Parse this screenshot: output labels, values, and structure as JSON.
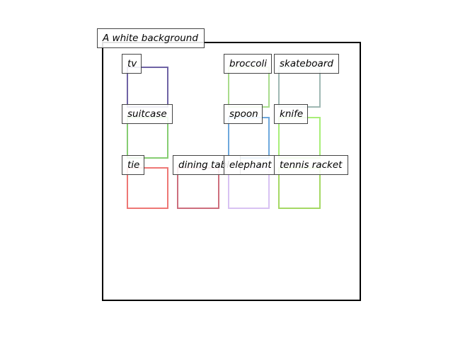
{
  "caption": "A white background",
  "objects": [
    {
      "label": "tv",
      "color": "#6f63a5"
    },
    {
      "label": "broccoli",
      "color": "#a9dc8c"
    },
    {
      "label": "skateboard",
      "color": "#9fb8b3"
    },
    {
      "label": "suitcase",
      "color": "#86cd72"
    },
    {
      "label": "spoon",
      "color": "#6ea8dd"
    },
    {
      "label": "knife",
      "color": "#a8ee78"
    },
    {
      "label": "tie",
      "color": "#ee7775"
    },
    {
      "label": "dining table",
      "color": "#cd6e7d"
    },
    {
      "label": "elephant",
      "color": "#d8c2f3"
    },
    {
      "label": "tennis racket",
      "color": "#a5d864"
    }
  ]
}
